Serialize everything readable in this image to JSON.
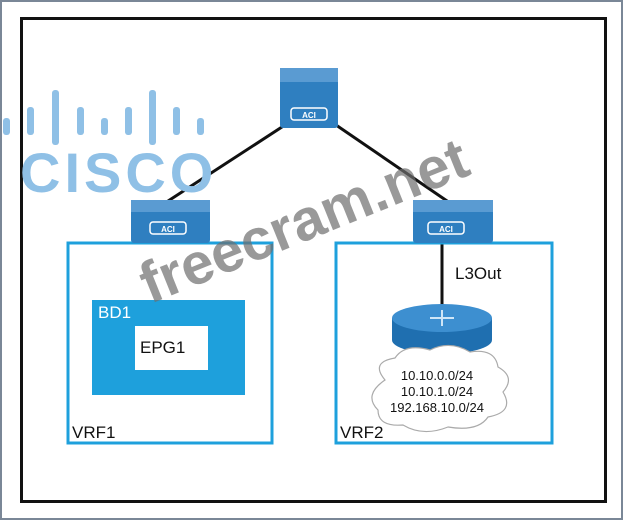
{
  "logo": {
    "text": "CISCO"
  },
  "watermark": "freecram.net",
  "nodes": {
    "spine": {
      "icon_label": "ACI"
    },
    "leaf1": {
      "icon_label": "ACI"
    },
    "leaf2": {
      "icon_label": "ACI"
    }
  },
  "vrf1": {
    "label": "VRF1",
    "bd": {
      "label": "BD1",
      "epg": "EPG1"
    }
  },
  "vrf2": {
    "label": "VRF2",
    "link_label": "L3Out",
    "networks": [
      "10.10.0.0/24",
      "10.10.1.0/24",
      "192.168.10.0/24"
    ]
  },
  "colors": {
    "accent": "#1ea0dc",
    "switch": "#2f7fc0",
    "logo": "#8fc0e6"
  }
}
